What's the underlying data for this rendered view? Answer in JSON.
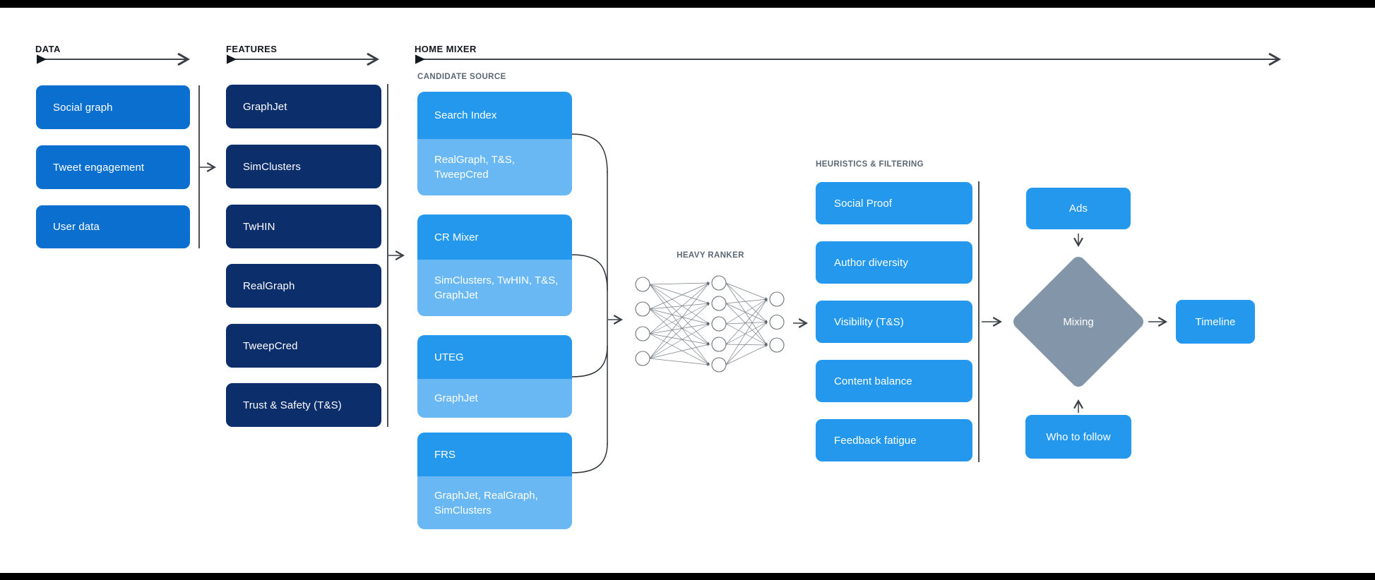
{
  "page": {
    "background": "#ffffff",
    "top_bar_color": "#000000",
    "bottom_bar_color": "#000000"
  },
  "colors": {
    "data_box": "#0b6fd0",
    "feature_box": "#0c2e6b",
    "candidate_top": "#2498ec",
    "candidate_bottom": "#6ab8f3",
    "filter_box": "#2498ec",
    "mixing_diamond": "#8396a9",
    "connector": "#3a4046",
    "section_label": "#5c6873",
    "header_text": "#14191f"
  },
  "sections": {
    "data": {
      "header": "DATA",
      "boxes": [
        {
          "label": "Social graph"
        },
        {
          "label": "Tweet engagement"
        },
        {
          "label": "User data"
        }
      ]
    },
    "features": {
      "header": "FEATURES",
      "boxes": [
        {
          "label": "GraphJet"
        },
        {
          "label": "SimClusters"
        },
        {
          "label": "TwHIN"
        },
        {
          "label": "RealGraph"
        },
        {
          "label": "TweepCred"
        },
        {
          "label": "Trust & Safety (T&S)"
        }
      ]
    },
    "home_mixer": {
      "header": "HOME MIXER",
      "candidate_source": {
        "label": "CANDIDATE SOURCE",
        "sources": [
          {
            "name": "Search Index",
            "inputs": "RealGraph, T&S, TweepCred"
          },
          {
            "name": "CR Mixer",
            "inputs": "SimClusters, TwHIN, T&S, GraphJet"
          },
          {
            "name": "UTEG",
            "inputs": "GraphJet"
          },
          {
            "name": "FRS",
            "inputs": "GraphJet, RealGraph, SimClusters"
          }
        ]
      },
      "heavy_ranker": {
        "label": "HEAVY RANKER",
        "layers": [
          4,
          5,
          3
        ]
      },
      "heuristics": {
        "label": "HEURISTICS & FILTERING",
        "boxes": [
          {
            "label": "Social Proof"
          },
          {
            "label": "Author diversity"
          },
          {
            "label": "Visibility (T&S)"
          },
          {
            "label": "Content balance"
          },
          {
            "label": "Feedback fatigue"
          }
        ]
      },
      "mixing": {
        "label": "Mixing",
        "ads_label": "Ads",
        "who_to_follow_label": "Who to follow",
        "timeline_label": "Timeline"
      }
    }
  }
}
